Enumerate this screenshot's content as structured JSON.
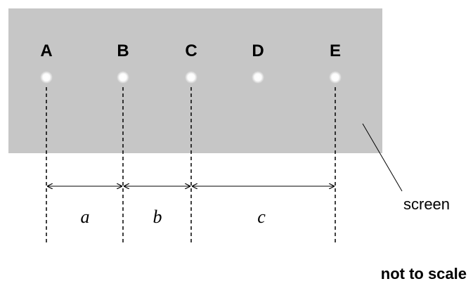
{
  "points": [
    {
      "id": "A",
      "label": "A"
    },
    {
      "id": "B",
      "label": "B"
    },
    {
      "id": "C",
      "label": "C"
    },
    {
      "id": "D",
      "label": "D"
    },
    {
      "id": "E",
      "label": "E"
    }
  ],
  "distances": [
    {
      "id": "a",
      "label": "a"
    },
    {
      "id": "b",
      "label": "b"
    },
    {
      "id": "c",
      "label": "c"
    }
  ],
  "screen_label": "screen",
  "note": "not to scale",
  "colors": {
    "screen": "#c6c6c6",
    "spot": "#ffffff",
    "line": "#000000"
  }
}
